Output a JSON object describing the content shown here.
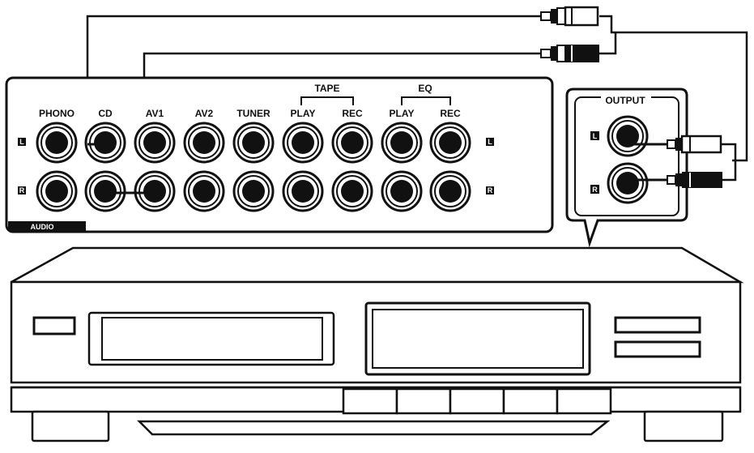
{
  "panel": {
    "badge": "AUDIO",
    "group_tape": "TAPE",
    "group_eq": "EQ",
    "side_left": "L",
    "side_right": "R",
    "jacks": [
      "PHONO",
      "CD",
      "AV1",
      "AV2",
      "TUNER",
      "PLAY",
      "REC",
      "PLAY",
      "REC"
    ]
  },
  "output": {
    "title": "OUTPUT",
    "left": "L",
    "right": "R"
  }
}
